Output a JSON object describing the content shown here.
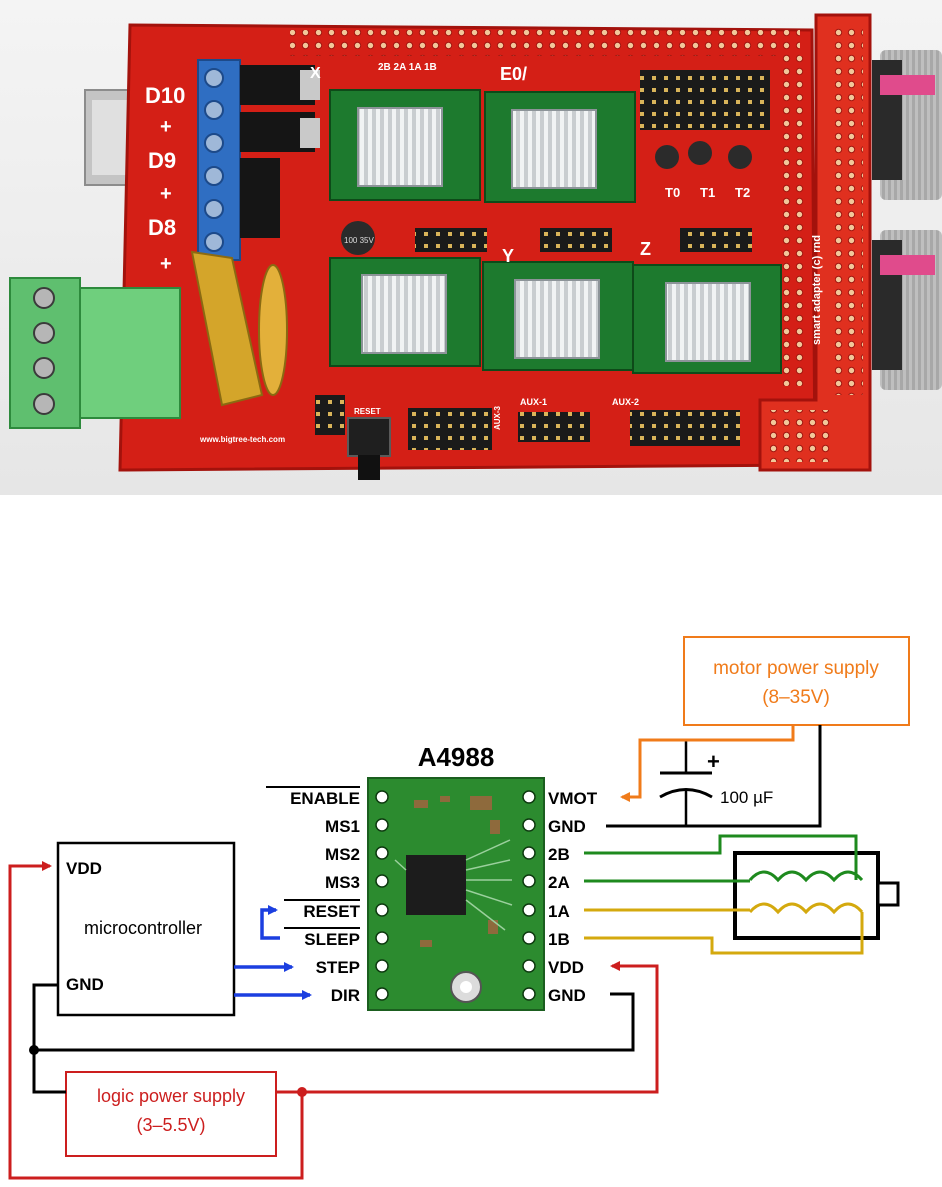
{
  "photo": {
    "board_labels": {
      "d10": "D10",
      "d9": "D9",
      "d8": "D8",
      "plus_1": "+",
      "plus_2": "+",
      "plus_3": "+",
      "e0": "E0/",
      "x": "X",
      "y": "Y",
      "z": "Z",
      "t0": "T0",
      "t1": "T1",
      "t2": "T2",
      "aux1": "AUX-1",
      "aux2": "AUX-2",
      "aux3": "AUX-3",
      "reset": "RESET",
      "website": "www.bigtree-tech.com",
      "adapter": "smart adapter (c) rnd",
      "capacitor": "100 35V",
      "pin_row": "2B 2A 1A 1B"
    },
    "colors": {
      "pcb_red": "#d41f16",
      "driver_green": "#1d7a2e",
      "terminal_blue": "#2f6ec2",
      "terminal_green": "#5fbf6f"
    }
  },
  "diagram": {
    "chip_title": "A4988",
    "left_pins": [
      "ENABLE",
      "MS1",
      "MS2",
      "MS3",
      "RESET",
      "SLEEP",
      "STEP",
      "DIR"
    ],
    "right_pins": [
      "VMOT",
      "GND",
      "2B",
      "2A",
      "1A",
      "1B",
      "VDD",
      "GND"
    ],
    "microcontroller": {
      "label": "microcontroller",
      "vdd": "VDD",
      "gnd": "GND"
    },
    "motor_supply": {
      "line1": "motor power supply",
      "line2": "(8–35V)"
    },
    "logic_supply": {
      "line1": "logic power supply",
      "line2": "(3–5.5V)"
    },
    "capacitor": {
      "value": "100 µF",
      "plus": "+"
    },
    "colors": {
      "motor_supply": "#f07b1a",
      "logic_supply": "#cc1e1e",
      "signal": "#1b3fe0",
      "coil_green": "#1e8a1e",
      "coil_yellow": "#d4a90e",
      "ground": "#000000"
    }
  }
}
